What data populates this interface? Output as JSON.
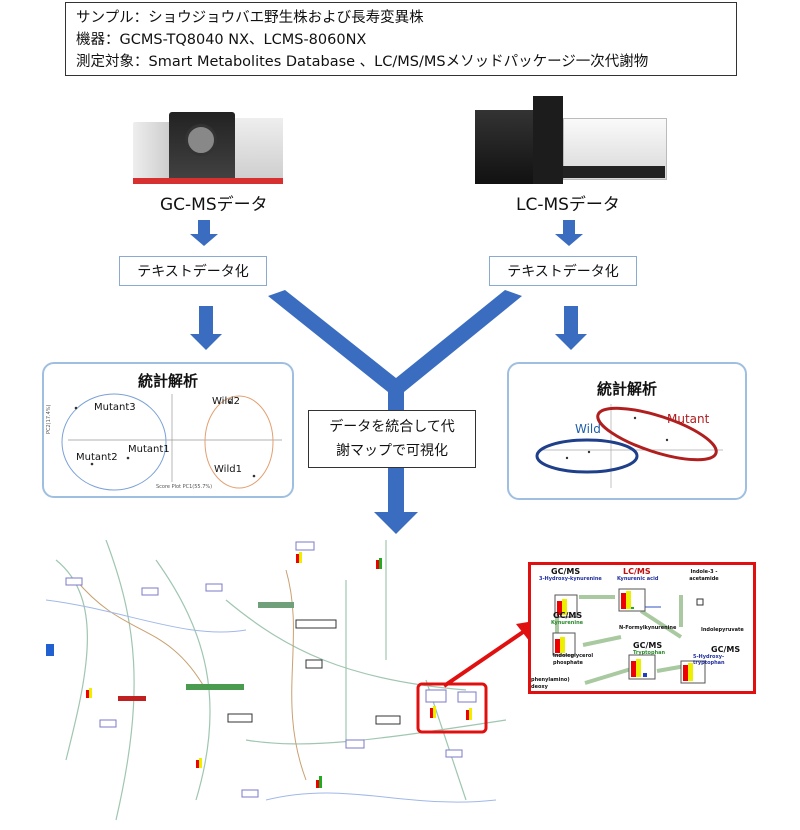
{
  "info": {
    "sample": "サンプル：ショウジョウバエ野生株および長寿変異株",
    "instrument": "機器：GCMS-TQ8040 NX、LCMS-8060NX",
    "target": "測定対象：Smart Metabolites Database 、LC/MS/MSメソッドパッケージ一次代謝物"
  },
  "gc": {
    "label": "GC-MSデータ",
    "step": "テキストデータ化",
    "stats_title": "統計解析",
    "pca": {
      "groups": [
        "Mutant3",
        "Mutant2",
        "Mutant1",
        "Wild2",
        "Wild1"
      ],
      "xlabel": "Score Plot PC1(55.7%)",
      "ylabel": "PC2(17.4%)"
    }
  },
  "lc": {
    "label": "LC-MSデータ",
    "step": "テキストデータ化",
    "stats_title": "統計解析",
    "pca": {
      "groups": [
        "Wild",
        "Mutant"
      ],
      "wild_color": "#1f5fa8",
      "mutant_color": "#b01e1e"
    }
  },
  "merge": {
    "line1": "データを統合して代",
    "line2": "謝マップで可視化"
  },
  "zoom": {
    "gcms": "GC/MS",
    "lcms": "LC/MS",
    "hydroxykyn": "3-Hydroxy-kynurenine",
    "kynurenic": "Kynurenic acid",
    "indole_acetamide": "Indole-3 -acetamide",
    "kynurenine": "Kynurenine",
    "formylkyn": "N-Formylkynurenine",
    "indolepyruvate": "Indolepyruvate",
    "indoleglycerol": "Indoleglycerol phosphate",
    "tryptophan": "Tryptophan",
    "hydroxytryp": "5-Hydroxy-tryptophan",
    "phenylamino": "phenylamino) deoxy"
  },
  "colors": {
    "arrow": "#3a6cc0",
    "accent_red": "#e01010"
  }
}
